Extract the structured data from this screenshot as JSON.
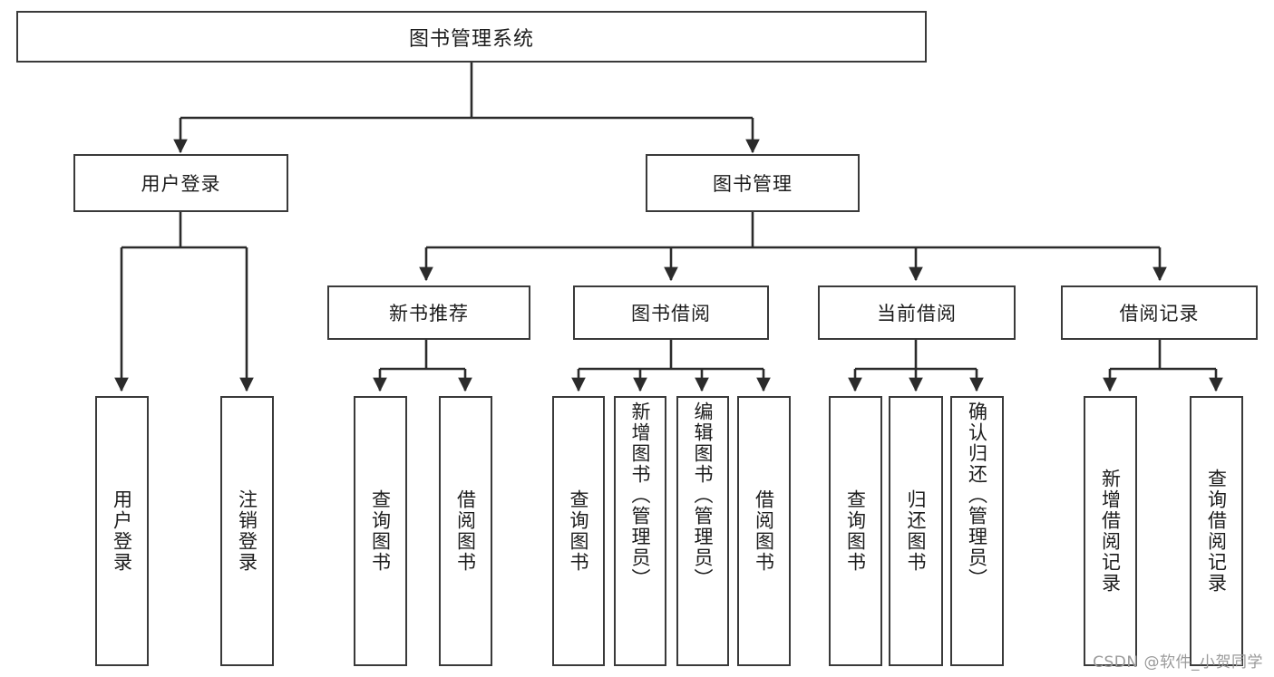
{
  "diagram": {
    "title": "图书管理系统",
    "type": "tree",
    "colors": {
      "box_border": "#3a3a3a",
      "box_fill": "#ffffff",
      "edge": "#2b2b2b",
      "text": "#1c1c1c",
      "watermark": "#9a9a9a"
    },
    "root": {
      "label": "图书管理系统"
    },
    "level2": [
      {
        "label": "用户登录"
      },
      {
        "label": "图书管理"
      }
    ],
    "level3": [
      {
        "label": "新书推荐"
      },
      {
        "label": "图书借阅"
      },
      {
        "label": "当前借阅"
      },
      {
        "label": "借阅记录"
      }
    ],
    "leaves": {
      "user_login": [
        {
          "label": "用户登录"
        },
        {
          "label": "注销登录"
        }
      ],
      "new_book_recommend": [
        {
          "label": "查询图书"
        },
        {
          "label": "借阅图书"
        }
      ],
      "book_borrow": [
        {
          "label": "查询图书"
        },
        {
          "label": "新增图书（管理员）"
        },
        {
          "label": "编辑图书（管理员）"
        },
        {
          "label": "借阅图书"
        }
      ],
      "current_borrow": [
        {
          "label": "查询图书"
        },
        {
          "label": "归还图书"
        },
        {
          "label": "确认归还（管理员）"
        }
      ],
      "borrow_record": [
        {
          "label": "新增借阅记录"
        },
        {
          "label": "查询借阅记录"
        }
      ]
    }
  },
  "watermark": {
    "text": "CSDN @软件_小贺同学"
  }
}
